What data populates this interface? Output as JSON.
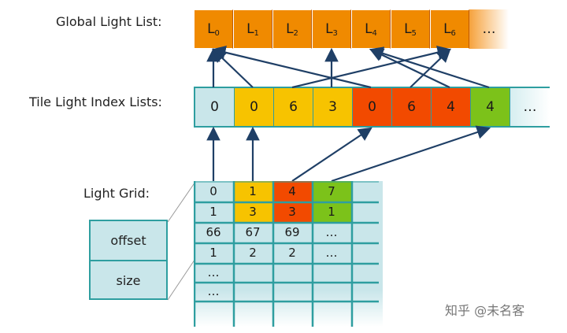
{
  "labels": {
    "global": "Global Light List:",
    "tile": "Tile Light Index Lists:",
    "grid": "Light Grid:"
  },
  "global_list": [
    {
      "base": "L",
      "sub": "0"
    },
    {
      "base": "L",
      "sub": "1"
    },
    {
      "base": "L",
      "sub": "2"
    },
    {
      "base": "L",
      "sub": "3"
    },
    {
      "base": "L",
      "sub": "4"
    },
    {
      "base": "L",
      "sub": "5"
    },
    {
      "base": "L",
      "sub": "6"
    },
    {
      "base": "…",
      "sub": ""
    }
  ],
  "tile_list": [
    {
      "text": "0",
      "color": "#c9e6ea"
    },
    {
      "text": "0",
      "color": "#f7c300"
    },
    {
      "text": "6",
      "color": "#f7c300"
    },
    {
      "text": "3",
      "color": "#f7c300"
    },
    {
      "text": "0",
      "color": "#f24a00"
    },
    {
      "text": "6",
      "color": "#f24a00"
    },
    {
      "text": "4",
      "color": "#f24a00"
    },
    {
      "text": "4",
      "color": "#7cc21a"
    },
    {
      "text": "…",
      "color": "#d6eef0"
    }
  ],
  "grid_rows": [
    [
      "0",
      "1",
      "4",
      "7"
    ],
    [
      "1",
      "3",
      "3",
      "1"
    ],
    [
      "66",
      "67",
      "69",
      "…"
    ],
    [
      "1",
      "2",
      "2",
      "…"
    ],
    [
      "…",
      "",
      "",
      ""
    ],
    [
      "…",
      "",
      "",
      ""
    ]
  ],
  "grid_colors": [
    "#c9e6ea",
    "#f7c300",
    "#f24a00",
    "#7cc21a"
  ],
  "offset_size": {
    "offset": "offset",
    "size": "size"
  },
  "watermark": "知乎 @未名客"
}
